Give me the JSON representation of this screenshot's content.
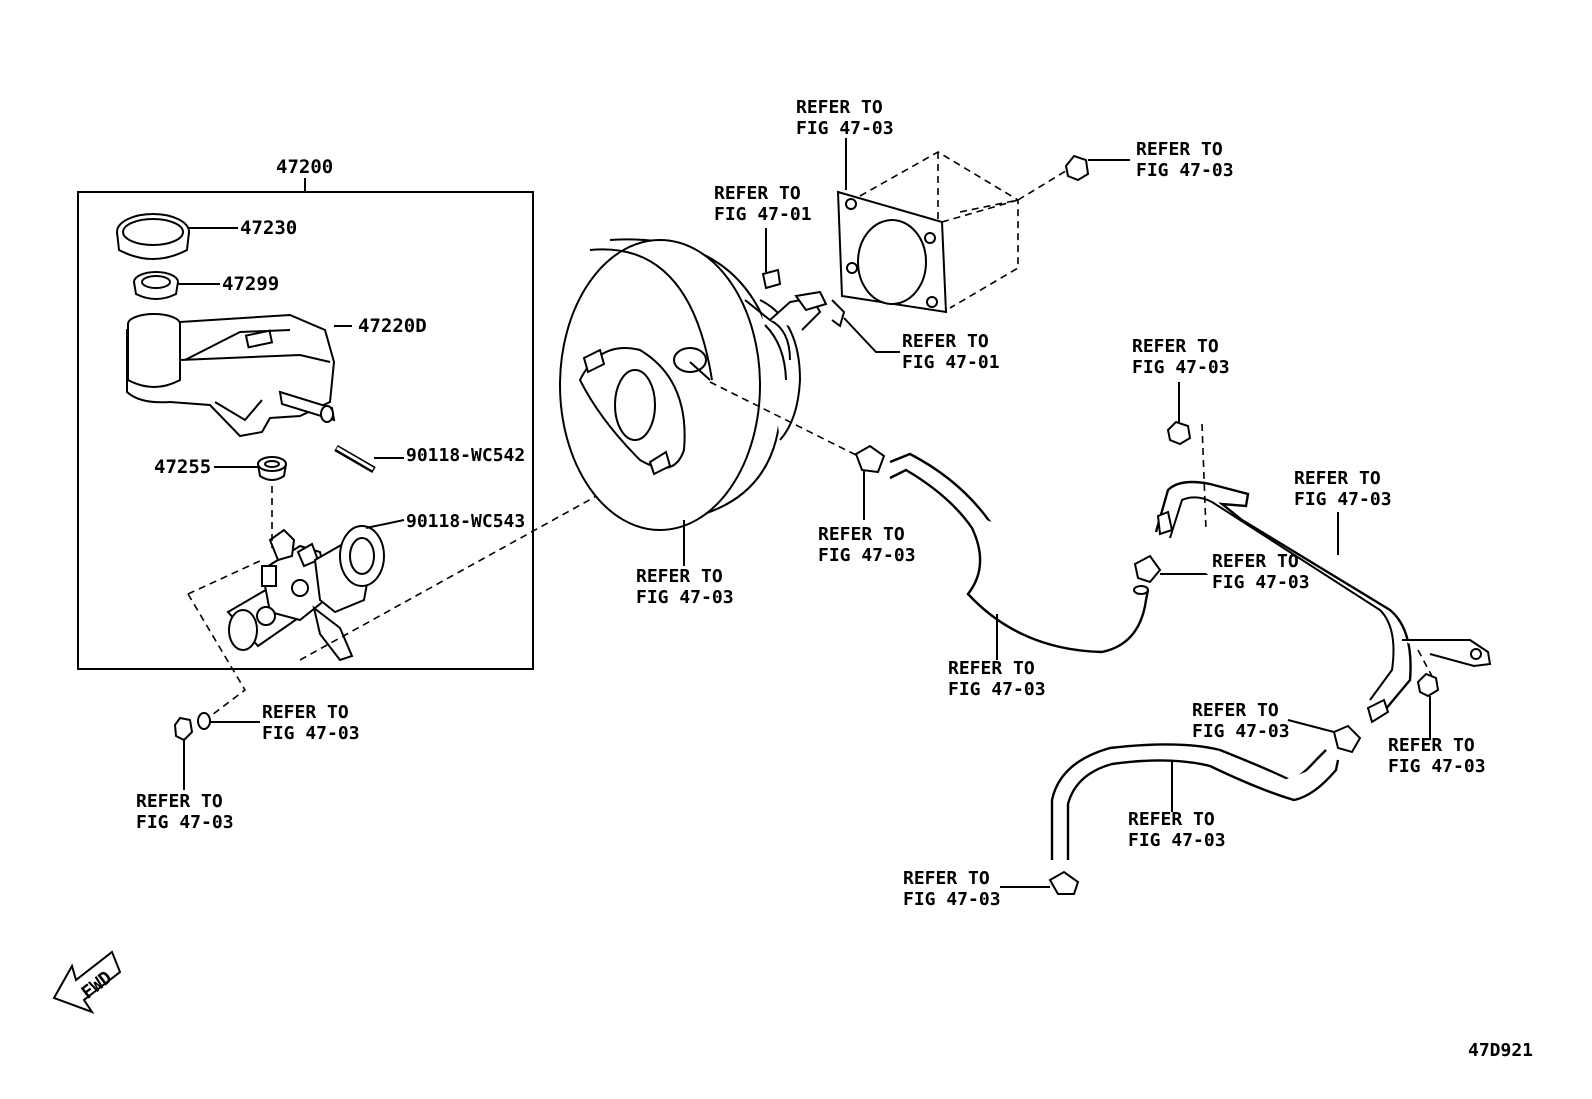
{
  "diagram_id": "47D921",
  "fwd_label": "FWD",
  "assembly": {
    "number": "47200",
    "parts": [
      {
        "id": "47230"
      },
      {
        "id": "47299"
      },
      {
        "id": "47220D"
      },
      {
        "id": "47255"
      },
      {
        "id": "90118-WC542"
      },
      {
        "id": "90118-WC543"
      }
    ]
  },
  "refer_line1": "REFER TO",
  "callouts": [
    {
      "fig": "FIG 47-03"
    },
    {
      "fig": "FIG 47-03"
    },
    {
      "fig": "FIG 47-01"
    },
    {
      "fig": "FIG 47-01"
    },
    {
      "fig": "FIG 47-03"
    },
    {
      "fig": "FIG 47-03"
    },
    {
      "fig": "FIG 47-03"
    },
    {
      "fig": "FIG 47-03"
    },
    {
      "fig": "FIG 47-03"
    },
    {
      "fig": "FIG 47-03"
    },
    {
      "fig": "FIG 47-03"
    },
    {
      "fig": "FIG 47-03"
    },
    {
      "fig": "FIG 47-03"
    },
    {
      "fig": "FIG 47-03"
    },
    {
      "fig": "FIG 47-03"
    },
    {
      "fig": "FIG 47-03"
    }
  ]
}
